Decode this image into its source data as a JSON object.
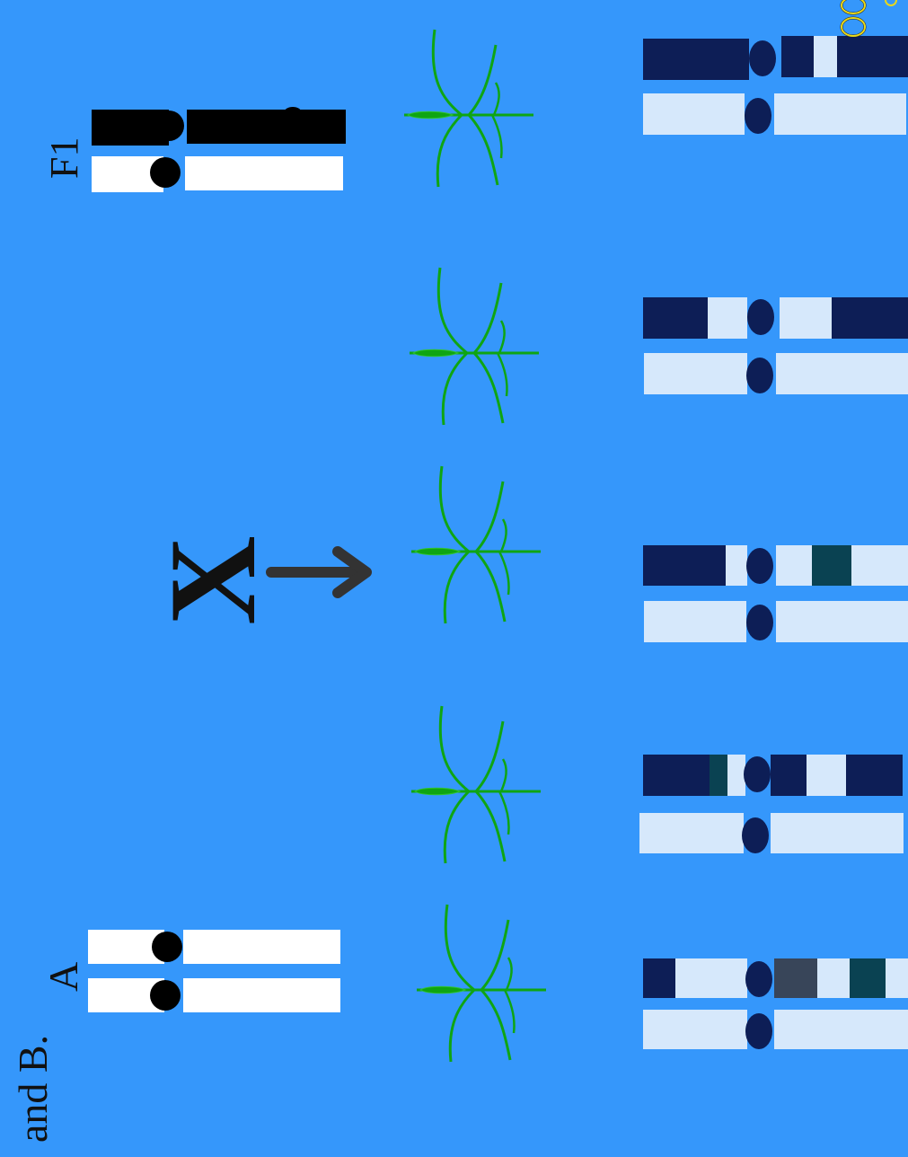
{
  "colors": {
    "background": "#3597fb",
    "parent_a": "#ffffff",
    "parent_b": "#000000",
    "recipient": "#d6e8fb",
    "donor": "#0d1e56",
    "third_segment": "#0a4252",
    "fourth_segment": "#384559",
    "plant": "#0fa513",
    "arrow": "#333333",
    "watermark": "#e8d81b"
  },
  "labels": {
    "intro": "and B.",
    "parent_a": "A",
    "f1": "F1",
    "cross": "X"
  },
  "icons": {
    "cross_arrow": "arrow-right-icon",
    "plant": "wheat-plant-icon",
    "watermark": "logo-watermark"
  },
  "parents": [
    {
      "name": "A",
      "chromosomes": [
        "parent_a",
        "parent_a"
      ]
    },
    {
      "name": "F1",
      "chromosomes": [
        "parent_b",
        "parent_a"
      ]
    }
  ],
  "progeny_count": 5,
  "progeny_top_chromosome_segments": [
    [
      "recipient"
    ],
    [
      "recipient"
    ],
    [
      "recipient"
    ],
    [
      "recipient"
    ],
    [
      "recipient"
    ]
  ],
  "progeny_bottom_chromosome_segments": [
    [
      "donor",
      "recipient",
      "centromere",
      "fourth_segment",
      "recipient",
      "third_segment",
      "recipient"
    ],
    [
      "donor",
      "third_segment",
      "recipient",
      "centromere",
      "donor",
      "recipient",
      "donor"
    ],
    [
      "donor",
      "recipient",
      "centromere",
      "recipient",
      "third_segment",
      "recipient"
    ],
    [
      "donor",
      "recipient",
      "centromere",
      "recipient",
      "donor"
    ],
    [
      "donor",
      "centromere",
      "donor",
      "recipient",
      "donor"
    ]
  ]
}
